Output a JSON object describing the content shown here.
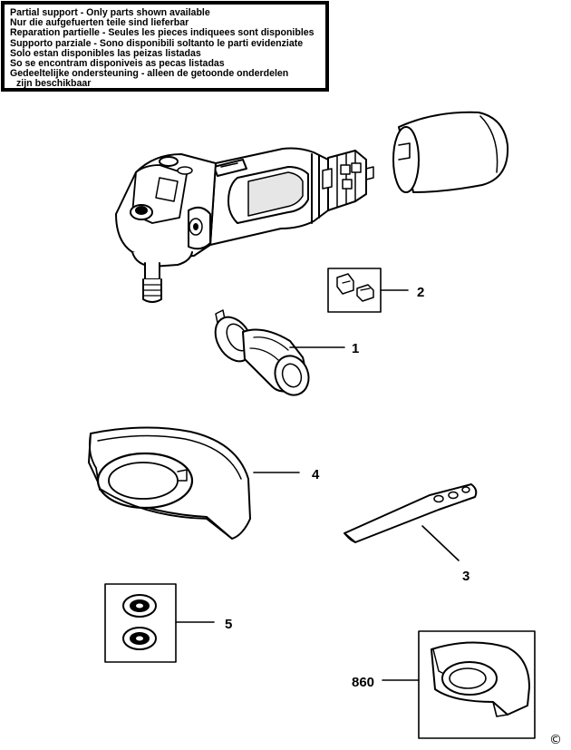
{
  "notice": {
    "lines": [
      "Partial support - Only parts shown available",
      "Nur die aufgefuerten teile sind lieferbar",
      "Reparation partielle - Seules les pieces indiquees sont disponibles",
      "Supporto parziale - Sono disponibili soltanto le parti evidenziate",
      "Solo estan disponibles las peizas listadas",
      "So se encontram disponiveis as pecas listadas",
      "Gedeeltelijke ondersteuning - alleen de getoonde onderdelen",
      "zijn beschikbaar"
    ]
  },
  "parts": [
    {
      "number": "1",
      "name": "side handle"
    },
    {
      "number": "2",
      "name": "brush set"
    },
    {
      "number": "3",
      "name": "spanner"
    },
    {
      "number": "4",
      "name": "guard"
    },
    {
      "number": "5",
      "name": "flange and nut"
    },
    {
      "number": "860",
      "name": "guard assembly"
    }
  ],
  "copyright_symbol": "©"
}
